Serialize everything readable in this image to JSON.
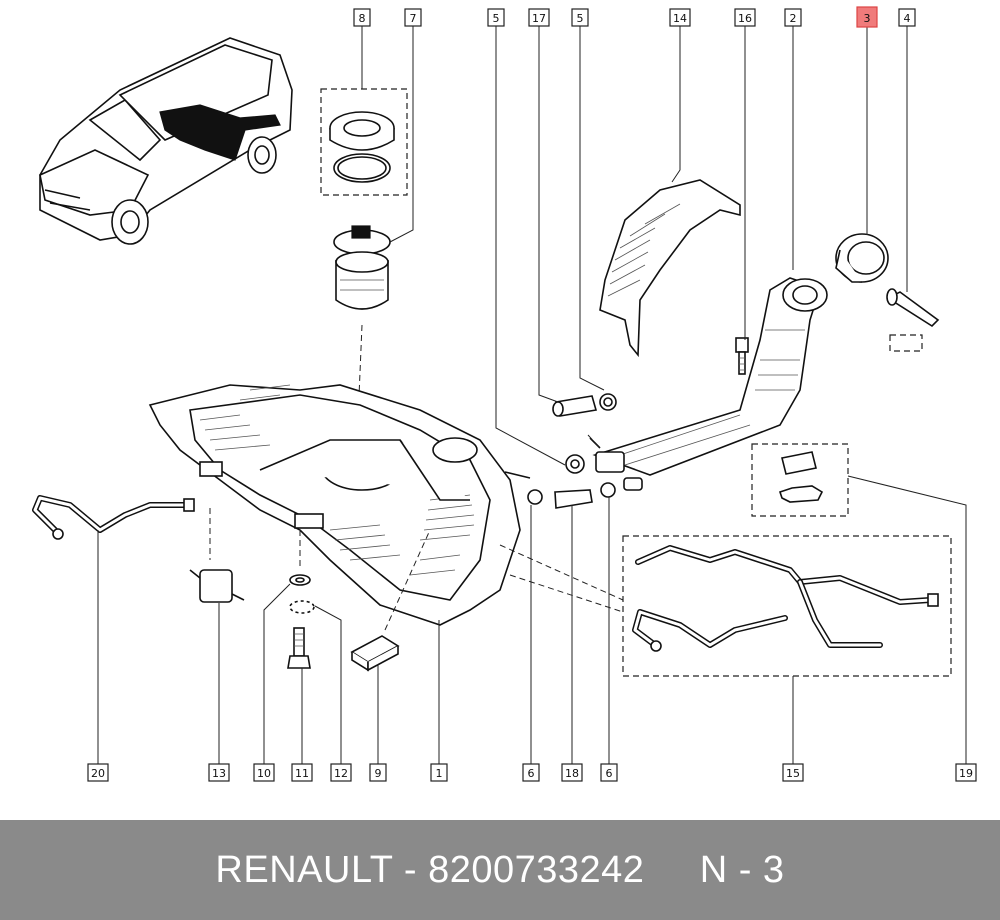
{
  "footer": {
    "brand": "RENAULT",
    "separator": " - ",
    "part_number": "8200733242",
    "gap": "     ",
    "position": "N - 3"
  },
  "labels": {
    "l8": "8",
    "l7": "7",
    "l5a": "5",
    "l17": "17",
    "l5b": "5",
    "l14": "14",
    "l16": "16",
    "l2": "2",
    "l3": "3",
    "l4": "4",
    "l20": "20",
    "l13": "13",
    "l10": "10",
    "l11": "11",
    "l12": "12",
    "l9": "9",
    "l1": "1",
    "l6a": "6",
    "l18": "18",
    "l6b": "6",
    "l15": "15",
    "l19": "19"
  },
  "highlight_color": "#f07b7b",
  "footer_bg": "#8a8a8a"
}
